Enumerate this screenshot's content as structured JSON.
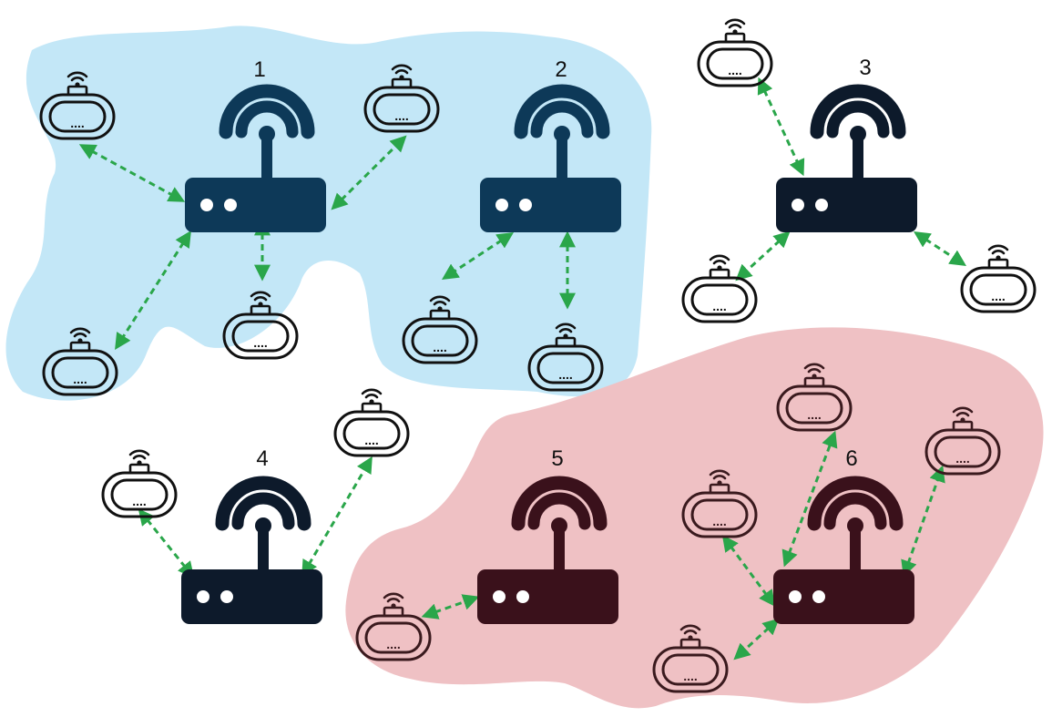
{
  "access_points": [
    {
      "label": "1",
      "group": "blue"
    },
    {
      "label": "2",
      "group": "blue"
    },
    {
      "label": "3",
      "group": "none"
    },
    {
      "label": "4",
      "group": "none"
    },
    {
      "label": "5",
      "group": "red"
    },
    {
      "label": "6",
      "group": "red"
    }
  ],
  "device_dots": "....",
  "colors": {
    "blue_region": "#c3e7f7",
    "red_region": "#efc1c4",
    "router_blue": "#0d3958",
    "router_dark": "#0d1a2b",
    "router_red": "#3a111b",
    "link": "#2aa64a",
    "device_stroke": "#111111",
    "device_stroke_red": "#3a1a1e"
  },
  "icons": [
    "router-icon",
    "wifi-device-icon",
    "link-arrow"
  ]
}
